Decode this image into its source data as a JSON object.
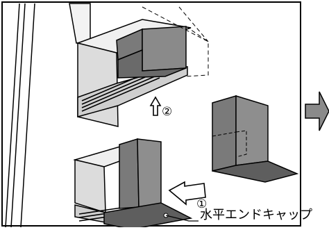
{
  "diagram": {
    "step_1_label": "①",
    "step_2_label": "②",
    "callout_label": "水平エンドキャップ",
    "colors": {
      "outline": "#000000",
      "panel_light": "#e6e6e6",
      "panel_mid": "#bdbdbd",
      "cap_dark": "#7a7a7a",
      "cap_darker": "#5e5e5e",
      "background": "#ffffff"
    },
    "icons": [
      "arrow-right-icon",
      "arrow-up-icon",
      "arrow-next-icon"
    ]
  }
}
